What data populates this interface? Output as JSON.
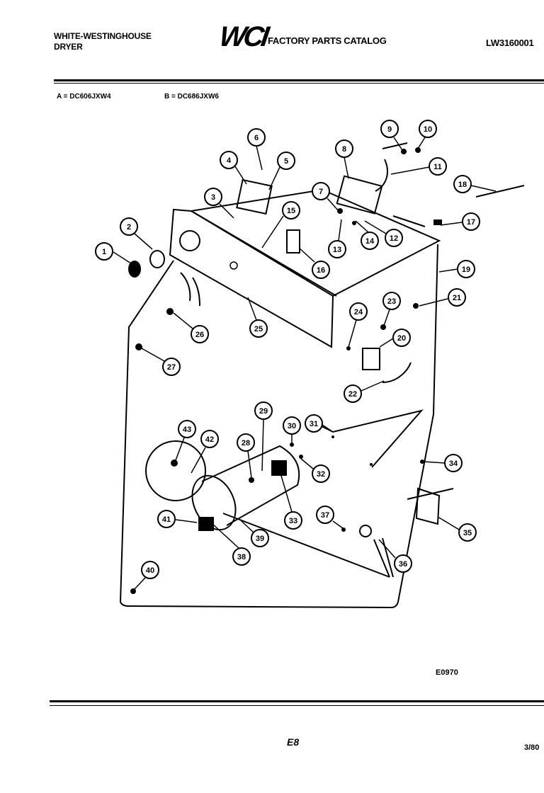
{
  "header": {
    "brand_line1": "WHITE-WESTINGHOUSE",
    "brand_line2": "DRYER",
    "logo": "WCI",
    "catalog_title": "FACTORY PARTS CATALOG",
    "catalog_number": "LW3160001"
  },
  "models": {
    "a": "A = DC606JXW4",
    "b": "B = DC686JXW6"
  },
  "diagram": {
    "callouts": [
      "1",
      "2",
      "3",
      "4",
      "5",
      "6",
      "7",
      "8",
      "9",
      "10",
      "11",
      "12",
      "13",
      "14",
      "15",
      "16",
      "17",
      "18",
      "19",
      "20",
      "21",
      "22",
      "23",
      "24",
      "25",
      "26",
      "27",
      "28",
      "29",
      "30",
      "31",
      "32",
      "33",
      "34",
      "35",
      "36",
      "37",
      "38",
      "39",
      "40",
      "41",
      "42",
      "43"
    ],
    "figure_code": "E0970"
  },
  "footer": {
    "page_code": "E8",
    "date": "3/80"
  }
}
